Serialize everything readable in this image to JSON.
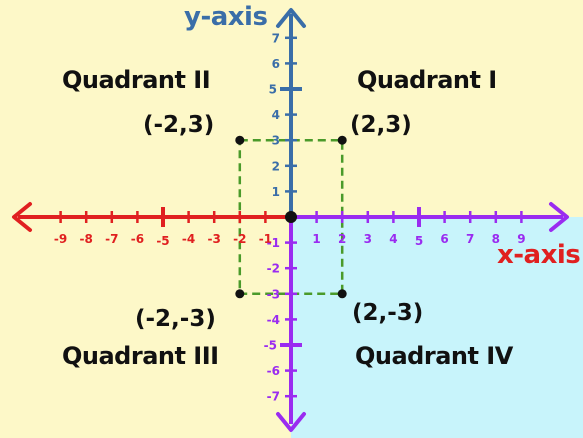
{
  "axes": {
    "y_title": "y-axis",
    "x_title": "x-axis",
    "x_color": "#e02020",
    "x_pos_color": "#9a2bf0",
    "y_color": "#3a6ea8",
    "y_neg_color": "#9a2bf0"
  },
  "quadrants": {
    "q1": "Quadrant I",
    "q2": "Quadrant II",
    "q3": "Quadrant III",
    "q4": "Quadrant IV"
  },
  "points": [
    {
      "label": "(2,3)",
      "x": 2,
      "y": 3
    },
    {
      "label": "(-2,3)",
      "x": -2,
      "y": 3
    },
    {
      "label": "(-2,-3)",
      "x": -2,
      "y": -3
    },
    {
      "label": "(2,-3)",
      "x": 2,
      "y": -3
    }
  ],
  "x_ticks": [
    "-9",
    "-8",
    "-7",
    "-6",
    "-5",
    "-4",
    "-3",
    "-2",
    "-1",
    "1",
    "2",
    "3",
    "4",
    "5",
    "6",
    "7",
    "8",
    "9"
  ],
  "y_ticks": [
    "7",
    "6",
    "5",
    "4",
    "3",
    "2",
    "1",
    "-1",
    "-2",
    "-3",
    "-4",
    "-5",
    "-6",
    "-7"
  ],
  "colors": {
    "background": "#fdf8c8",
    "quadrant4_fill": "#c8f4fb",
    "rectangle": "#4a9a2a",
    "origin": "#111111"
  }
}
